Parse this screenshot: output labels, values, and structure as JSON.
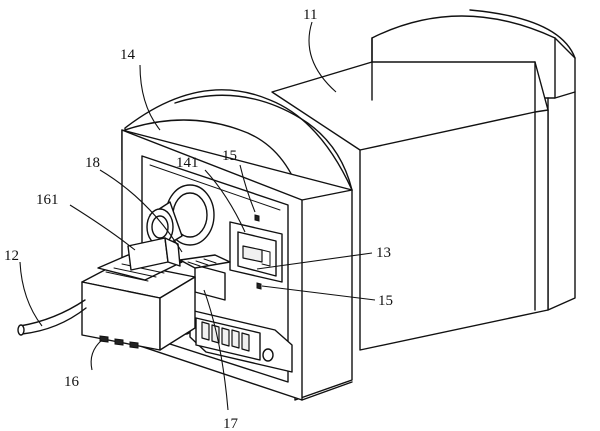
{
  "labels": {
    "l11": "11",
    "l12": "12",
    "l13": "13",
    "l14": "14",
    "l15a": "15",
    "l15b": "15",
    "l16": "16",
    "l17": "17",
    "l18": "18",
    "l141": "141",
    "l161": "161"
  }
}
